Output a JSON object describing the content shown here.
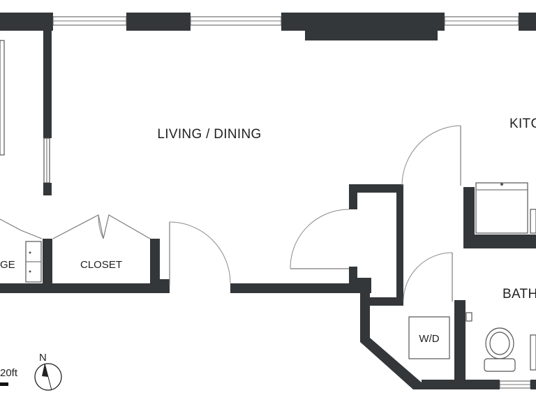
{
  "rooms": {
    "living_dining": "LIVING / DINING",
    "kitchen": "KITC",
    "bath": "BATH",
    "closet": "CLOSET",
    "storage": "GE",
    "washer_dryer": "W/D"
  },
  "scale": {
    "label": "20ft"
  },
  "north": {
    "label": "N"
  },
  "colors": {
    "wall": "#33373a",
    "background": "#ffffff",
    "fixture_line": "#555555"
  }
}
